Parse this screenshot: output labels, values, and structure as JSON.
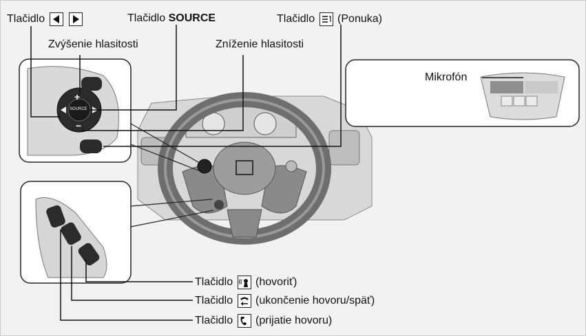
{
  "labels": {
    "tlacidlo": "Tlačidlo",
    "source_word": "SOURCE",
    "ponuka": "(Ponuka)",
    "vol_up": "Zvýšenie hlasitosti",
    "vol_down": "Zníženie hlasitosti",
    "mikrofon": "Mikrofón",
    "talk": "(hovoriť)",
    "hangup": "(ukončenie hovoru/späť)",
    "pickup": "(prijatie hovoru)",
    "btn_source_text": "SOURCE",
    "plus": "+",
    "minus": "−"
  },
  "icons": {
    "prev": "left-triangle-icon",
    "next": "right-triangle-icon",
    "menu": "menu-icon",
    "talk": "voice-talk-icon",
    "hangup": "hang-up-back-icon",
    "pickup": "pick-up-phone-icon"
  },
  "colors": {
    "background": "#f2f2f2",
    "line": "#111111",
    "panel_border": "#222222",
    "wheel": "#7a7a7a"
  }
}
